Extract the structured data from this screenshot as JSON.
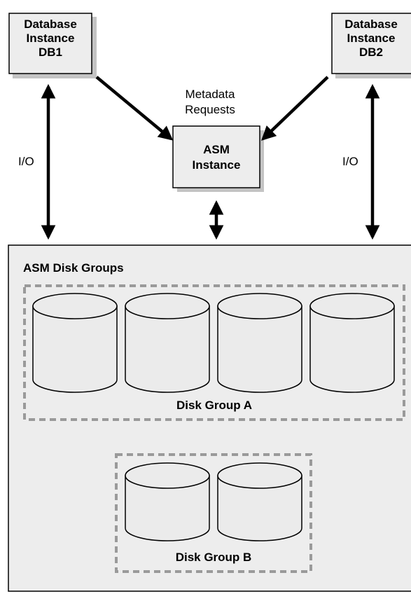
{
  "diagram": {
    "db1": {
      "lines": [
        "Database",
        "Instance",
        "DB1"
      ]
    },
    "db2": {
      "lines": [
        "Database",
        "Instance",
        "DB2"
      ]
    },
    "asm_instance": {
      "lines": [
        "ASM",
        "Instance"
      ]
    },
    "metadata_label": {
      "lines": [
        "Metadata",
        "Requests"
      ]
    },
    "io_left": "I/O",
    "io_right": "I/O",
    "asm_disk_groups_title": "ASM Disk Groups",
    "disk_group_a": {
      "label": "Disk Group A",
      "disk_count": 4
    },
    "disk_group_b": {
      "label": "Disk Group B",
      "disk_count": 2
    },
    "colors": {
      "box_fill": "#ededed",
      "shadow": "#c4c4c4",
      "outline": "#000000",
      "dashed": "#9a9a9a",
      "cylinder_fill": "#ebebeb"
    }
  }
}
